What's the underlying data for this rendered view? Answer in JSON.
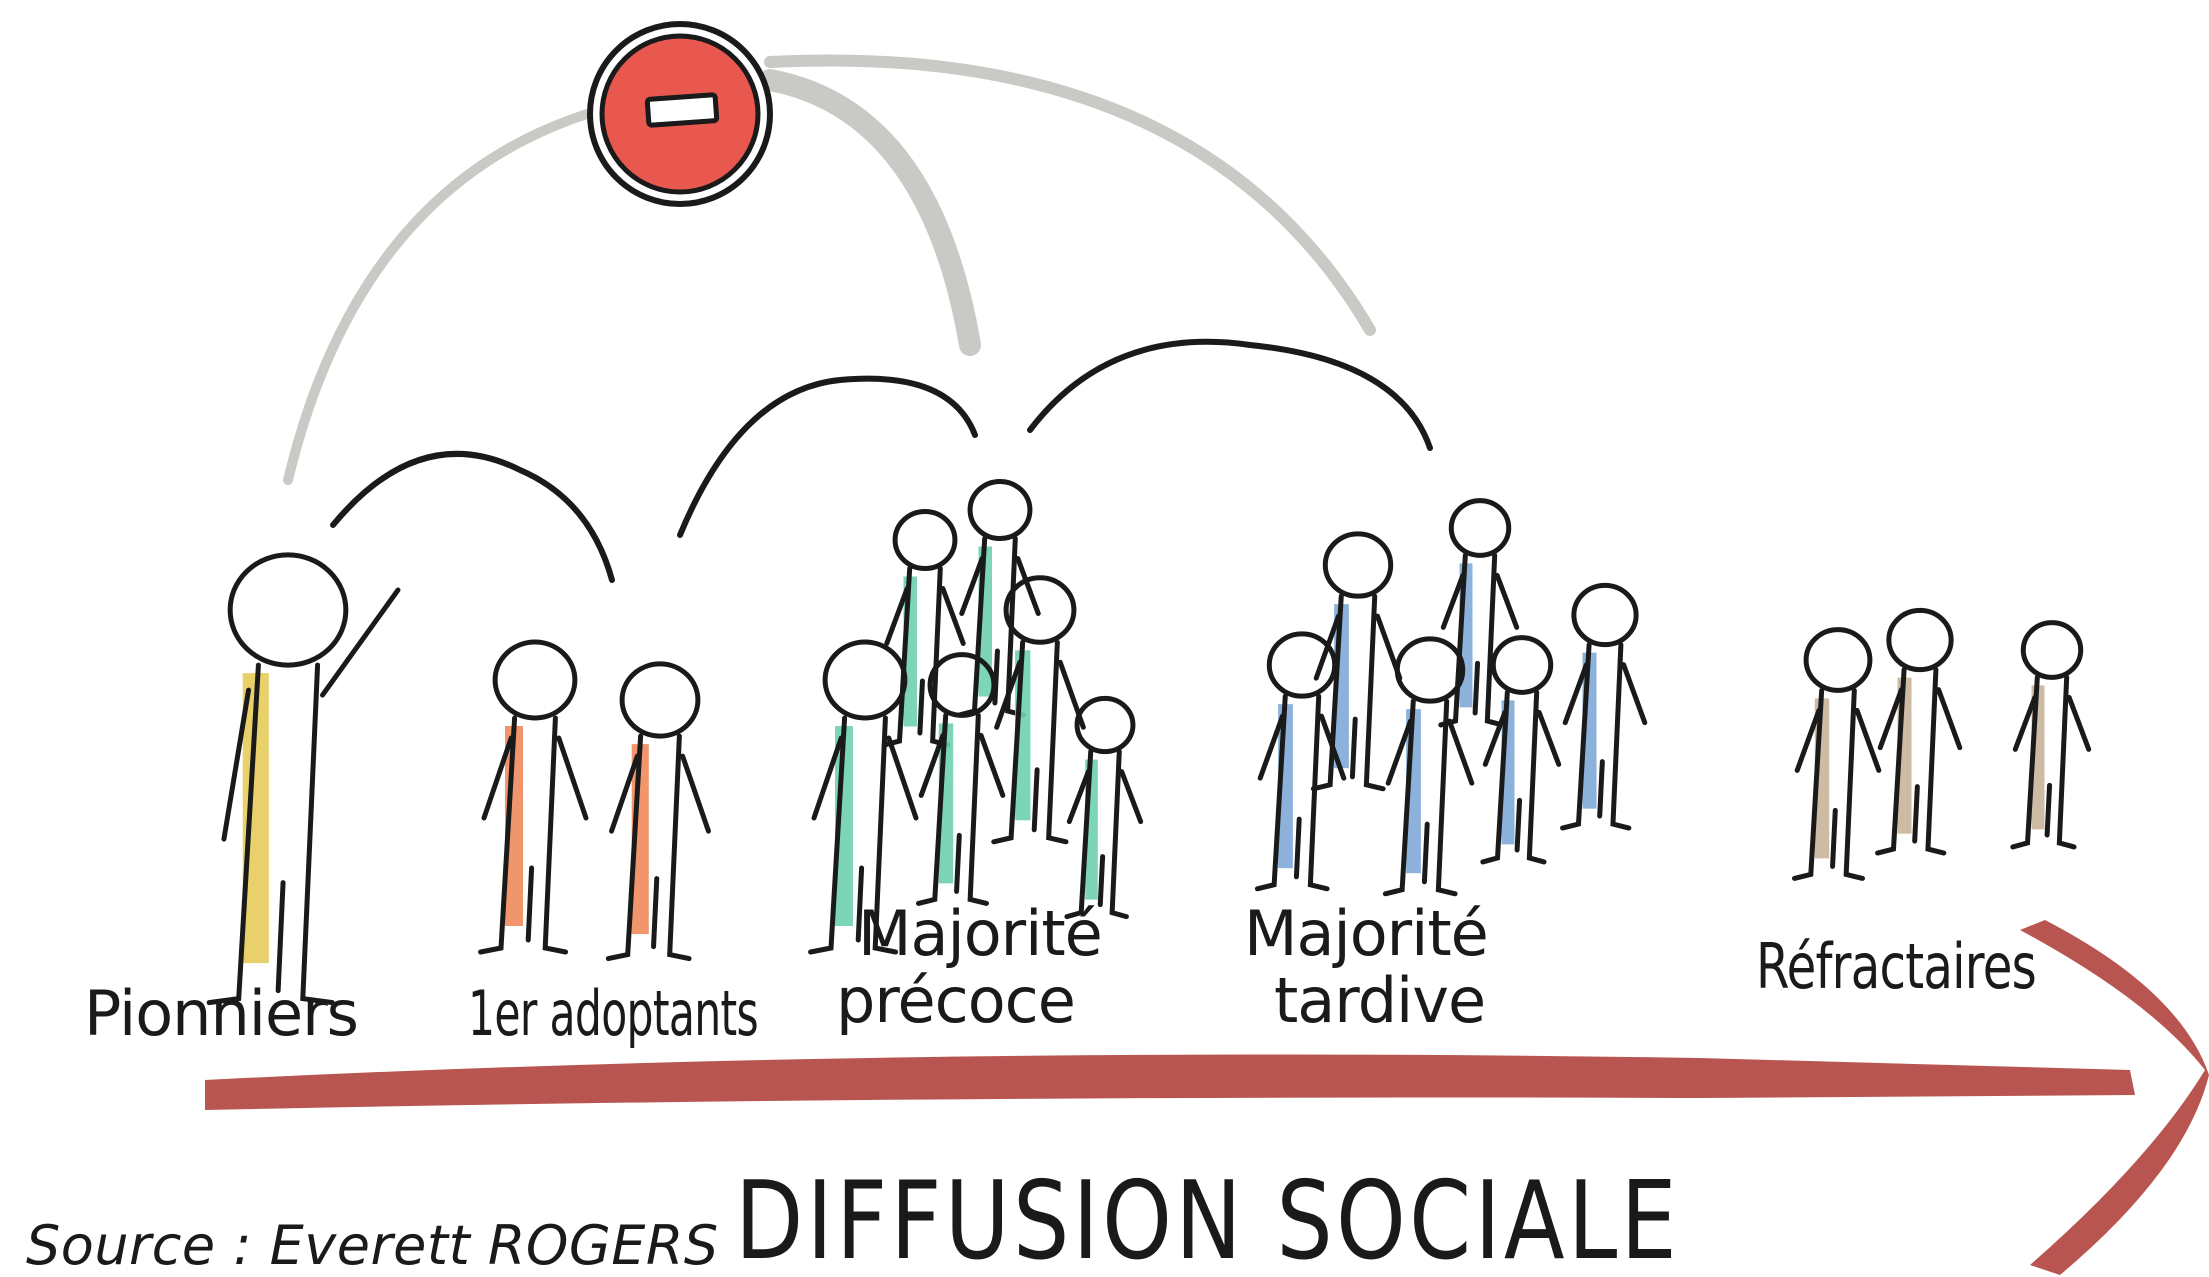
{
  "diagram": {
    "title": "DIFFUSION SOCIALE",
    "source": "Source : Everett ROGERS",
    "groups": [
      {
        "label_lines": [
          "Pionniers"
        ],
        "color": "#e5cc5a"
      },
      {
        "label_lines": [
          "1er adoptants"
        ],
        "color": "#f08a5d"
      },
      {
        "label_lines": [
          "Majorité",
          "précoce"
        ],
        "color": "#6fd0b0"
      },
      {
        "label_lines": [
          "Majorité",
          "tardive"
        ],
        "color": "#7fa9d6"
      },
      {
        "label_lines": [
          "Réfractaires"
        ],
        "color": "#c8b49c"
      }
    ],
    "colors": {
      "arrow": "#b95550",
      "arc_black": "#1a1a1a",
      "arc_grey": "#c9c9c5",
      "barrier_fill": "#e8584e",
      "barrier_bar": "#ffffff"
    },
    "icons": {
      "barrier": "no-entry-icon",
      "arrow": "arrow-right-icon"
    }
  }
}
